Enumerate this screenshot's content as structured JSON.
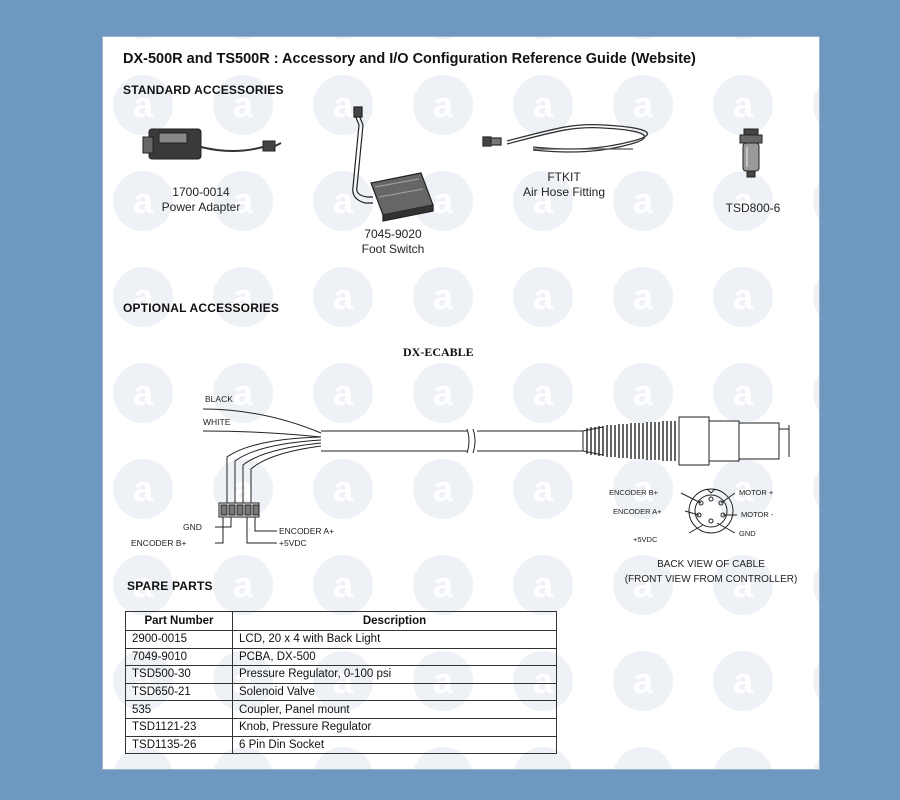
{
  "document": {
    "title": "DX-500R and TS500R : Accessory and I/O Configuration Reference Guide (Website)"
  },
  "standard_accessories": {
    "heading": "STANDARD ACCESSORIES",
    "items": [
      {
        "part": "1700-0014",
        "name": "Power Adapter",
        "icon": "power-adapter-icon"
      },
      {
        "part": "7045-9020",
        "name": "Foot Switch",
        "icon": "foot-switch-icon"
      },
      {
        "part": "FTKIT",
        "name": "Air Hose Fitting",
        "icon": "air-hose-icon"
      },
      {
        "part": "TSD800-6",
        "name": "",
        "icon": "filter-icon"
      }
    ]
  },
  "optional_accessories": {
    "heading": "OPTIONAL ACCESSORIES",
    "diagram_title": "DX-ECABLE",
    "wire_labels": {
      "black": "BLACK",
      "white": "WHITE"
    },
    "terminal_labels": {
      "gnd": "GND",
      "encoder_b": "ENCODER B+",
      "encoder_a": "ENCODER A+",
      "v5": "+5VDC"
    },
    "pin_labels": {
      "encoder_b": "ENCODER B+",
      "encoder_a": "ENCODER A+",
      "v5": "+5VDC",
      "motor_plus": "MOTOR +",
      "motor_minus": "MOTOR -",
      "gnd": "GND"
    },
    "view_caption_1": "BACK VIEW OF CABLE",
    "view_caption_2": "(FRONT VIEW FROM CONTROLLER)"
  },
  "spare_parts": {
    "heading": "SPARE PARTS",
    "columns": [
      "Part Number",
      "Description"
    ],
    "rows": [
      [
        "2900-0015",
        "LCD, 20 x 4 with Back Light"
      ],
      [
        "7049-9010",
        "PCBA, DX-500"
      ],
      [
        "TSD500-30",
        "Pressure Regulator, 0-100 psi"
      ],
      [
        "TSD650-21",
        "Solenoid Valve"
      ],
      [
        "535",
        "Coupler, Panel mount"
      ],
      [
        "TSD1121-23",
        "Knob, Pressure Regulator"
      ],
      [
        "TSD1135-26",
        "6 Pin Din Socket"
      ]
    ]
  },
  "colors": {
    "background": "#6f98c1",
    "sheet": "#ffffff",
    "watermark": "#eef1f5"
  }
}
